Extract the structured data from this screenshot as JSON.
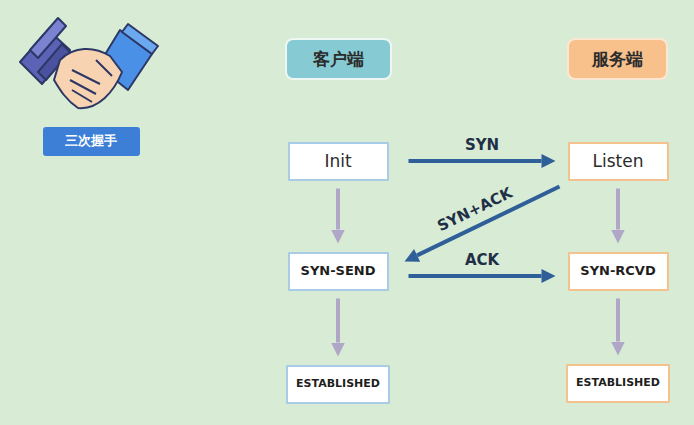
{
  "diagram": {
    "nodes": [
      {
        "text": [
          "三次握手"
        ]
      },
      {
        "text": [
          "客户端"
        ]
      },
      {
        "text": [
          "服务端"
        ]
      },
      {
        "text": [
          "Init"
        ]
      },
      {
        "text": [
          "Listen"
        ]
      },
      {
        "text": [
          "SYN-SEND"
        ]
      },
      {
        "text": [
          "SYN-RCVD"
        ]
      },
      {
        "text": [
          "ESTABLISHED"
        ]
      },
      {
        "text": [
          "ESTABLISHED"
        ]
      }
    ],
    "edges": [
      {
        "from": 3,
        "to": 4,
        "label": "SYN",
        "arrow": "to"
      },
      {
        "from": 4,
        "to": 5,
        "label": "SYN+ACK",
        "arrow": "to"
      },
      {
        "from": 5,
        "to": 6,
        "label": "ACK",
        "arrow": "to"
      },
      {
        "from": 3,
        "to": 5,
        "arrow": "to"
      },
      {
        "from": 5,
        "to": 7,
        "arrow": "to"
      },
      {
        "from": 4,
        "to": 6,
        "arrow": "to"
      },
      {
        "from": 6,
        "to": 8,
        "arrow": "to"
      }
    ]
  }
}
